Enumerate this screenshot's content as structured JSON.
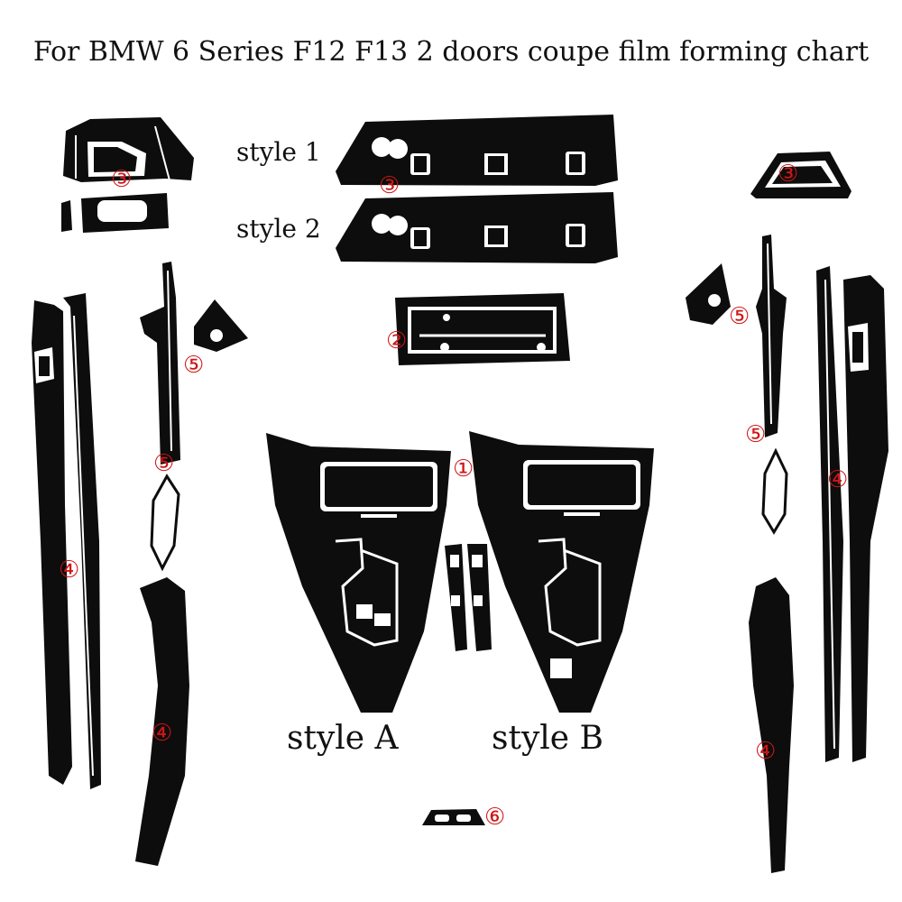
{
  "title": "For BMW 6 Series F12 F13 2 doors coupe film forming chart",
  "style_labels": {
    "style_1": "style 1",
    "style_2": "style 2",
    "style_a": "style A",
    "style_b": "style B"
  },
  "markers": {
    "m1": "①",
    "m2": "②",
    "m3": "③",
    "m4": "④",
    "m5": "⑤",
    "m6": "⑥"
  },
  "colors": {
    "part": "#0d0d0d",
    "outline": "#ffffff",
    "marker": "#d01515"
  }
}
